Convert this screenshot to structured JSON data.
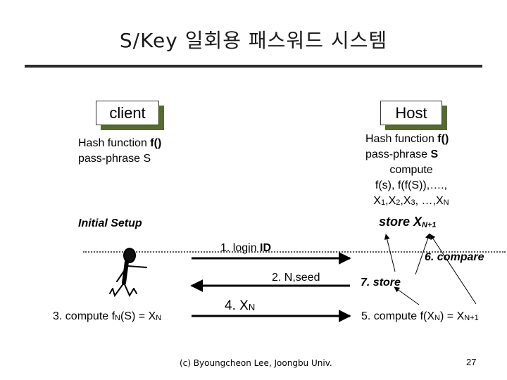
{
  "title": "S/Key 일회용 패스워드 시스템",
  "client": {
    "label": "client",
    "line1_pre": "Hash function ",
    "line1_fn": "f()",
    "line2": "pass-phrase S"
  },
  "host": {
    "label": "Host",
    "line1_pre": "Hash function ",
    "line1_fn": "f()",
    "line2_pre": "pass-phrase ",
    "line2_s": "S",
    "compute_label": "compute",
    "compute_chain": "f(s), f(f(S)),….,",
    "x1": "X",
    "x1_sub": "1",
    "sep1": ",",
    "x2": "X",
    "x2_sub": "2",
    "sep2": ",",
    "x3": "X",
    "x3_sub": "3",
    "sep3": ", …,",
    "xn": "X",
    "xn_sub": "N"
  },
  "initial_setup": "Initial Setup",
  "store_label": "store X",
  "store_sub": "N+1",
  "steps": {
    "login_pre": "1. login ",
    "login_id": "ID",
    "seed": "2.  N,seed",
    "compute3_pre": "3. compute f",
    "compute3_sub": "N",
    "compute3_mid": "(S) = X",
    "compute3_sub2": "N",
    "send4_pre": "4. X",
    "send4_sub": "N",
    "compute5_pre": "5. compute f(X",
    "compute5_sub": "N",
    "compute5_mid": ") = X",
    "compute5_sub2": "N+1",
    "compare6": "6. compare",
    "store7": "7. store"
  },
  "footer": "(c) Byoungcheon Lee, Joongbu Univ.",
  "page_number": "27"
}
